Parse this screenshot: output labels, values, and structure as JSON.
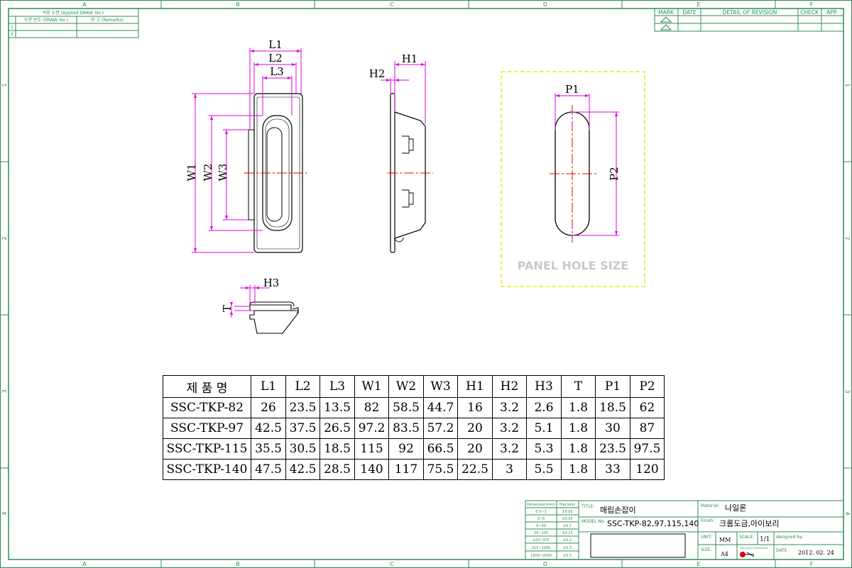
{
  "frame": {
    "col_labels": [
      "A",
      "B",
      "C",
      "D",
      "E",
      "F"
    ],
    "row_labels": [
      "1",
      "2",
      "3",
      "4"
    ]
  },
  "applied_table": {
    "title": "적용 도면 (Applied DRAW. No.)",
    "col1": "도면 번호 (DRAW. No.)",
    "col2": "비 고 (Remarks)",
    "rows": [
      "1",
      "2"
    ]
  },
  "revision_table": {
    "headers": [
      "MARK",
      "DATE",
      "DETAIL OF REVISION",
      "CHECK",
      "APP."
    ]
  },
  "drawing": {
    "front_labels": {
      "L1": "L1",
      "L2": "L2",
      "L3": "L3",
      "W1": "W1",
      "W2": "W2",
      "W3": "W3"
    },
    "side_labels": {
      "H1": "H1",
      "H2": "H2"
    },
    "bottom_labels": {
      "H3": "H3",
      "T": "T"
    },
    "panel_labels": {
      "P1": "P1",
      "P2": "P2"
    },
    "panel_caption": "PANEL HOLE SIZE"
  },
  "spec_table": {
    "headers": [
      "제 품 명",
      "L1",
      "L2",
      "L3",
      "W1",
      "W2",
      "W3",
      "H1",
      "H2",
      "H3",
      "T",
      "P1",
      "P2"
    ],
    "rows": [
      [
        "SSC-TKP-82",
        "26",
        "23.5",
        "13.5",
        "82",
        "58.5",
        "44.7",
        "16",
        "3.2",
        "2.6",
        "1.8",
        "18.5",
        "62"
      ],
      [
        "SSC-TKP-97",
        "42.5",
        "37.5",
        "26.5",
        "97.2",
        "83.5",
        "57.2",
        "20",
        "3.2",
        "5.1",
        "1.8",
        "30",
        "87"
      ],
      [
        "SSC-TKP-115",
        "35.5",
        "30.5",
        "18.5",
        "115",
        "92",
        "66.5",
        "20",
        "3.2",
        "5.3",
        "1.8",
        "23.5",
        "97.5"
      ],
      [
        "SSC-TKP-140",
        "47.5",
        "42.5",
        "28.5",
        "140",
        "117",
        "75.5",
        "22.5",
        "3",
        "5.5",
        "1.8",
        "33",
        "120"
      ]
    ]
  },
  "title_block": {
    "tol_headers": [
      "Dimension(mm)",
      "Precision"
    ],
    "tol_rows": [
      [
        "0.5~3",
        "±0.05"
      ],
      [
        "3~6",
        "±0.05"
      ],
      [
        "6~30",
        "±0.1"
      ],
      [
        "30~120",
        "±0.15"
      ],
      [
        "120~315",
        "±0.2"
      ],
      [
        "315~1000",
        "±0.3"
      ],
      [
        "1000~2000",
        "±0.5"
      ]
    ],
    "title_label": "TITLE:",
    "title_value": "매립손잡이",
    "model_label": "MODEL No.",
    "model_value": "SSC-TKP-82,97,115,140",
    "material_label": "Material:",
    "material_value": "나일론",
    "finish_label": "Finish:",
    "finish_value": "크롬도금,아이보리",
    "unit_label": "UNIT:",
    "unit_value": "MM",
    "scale_label": "SCALE:",
    "scale_value": "1/1",
    "designed_label": "designed by:",
    "size_label": "SIZE:",
    "size_value": "A4",
    "logo_text": "SUN SOLID CORPORATION",
    "date_label": "DATE :",
    "date_value": "2012. 02. 24"
  }
}
